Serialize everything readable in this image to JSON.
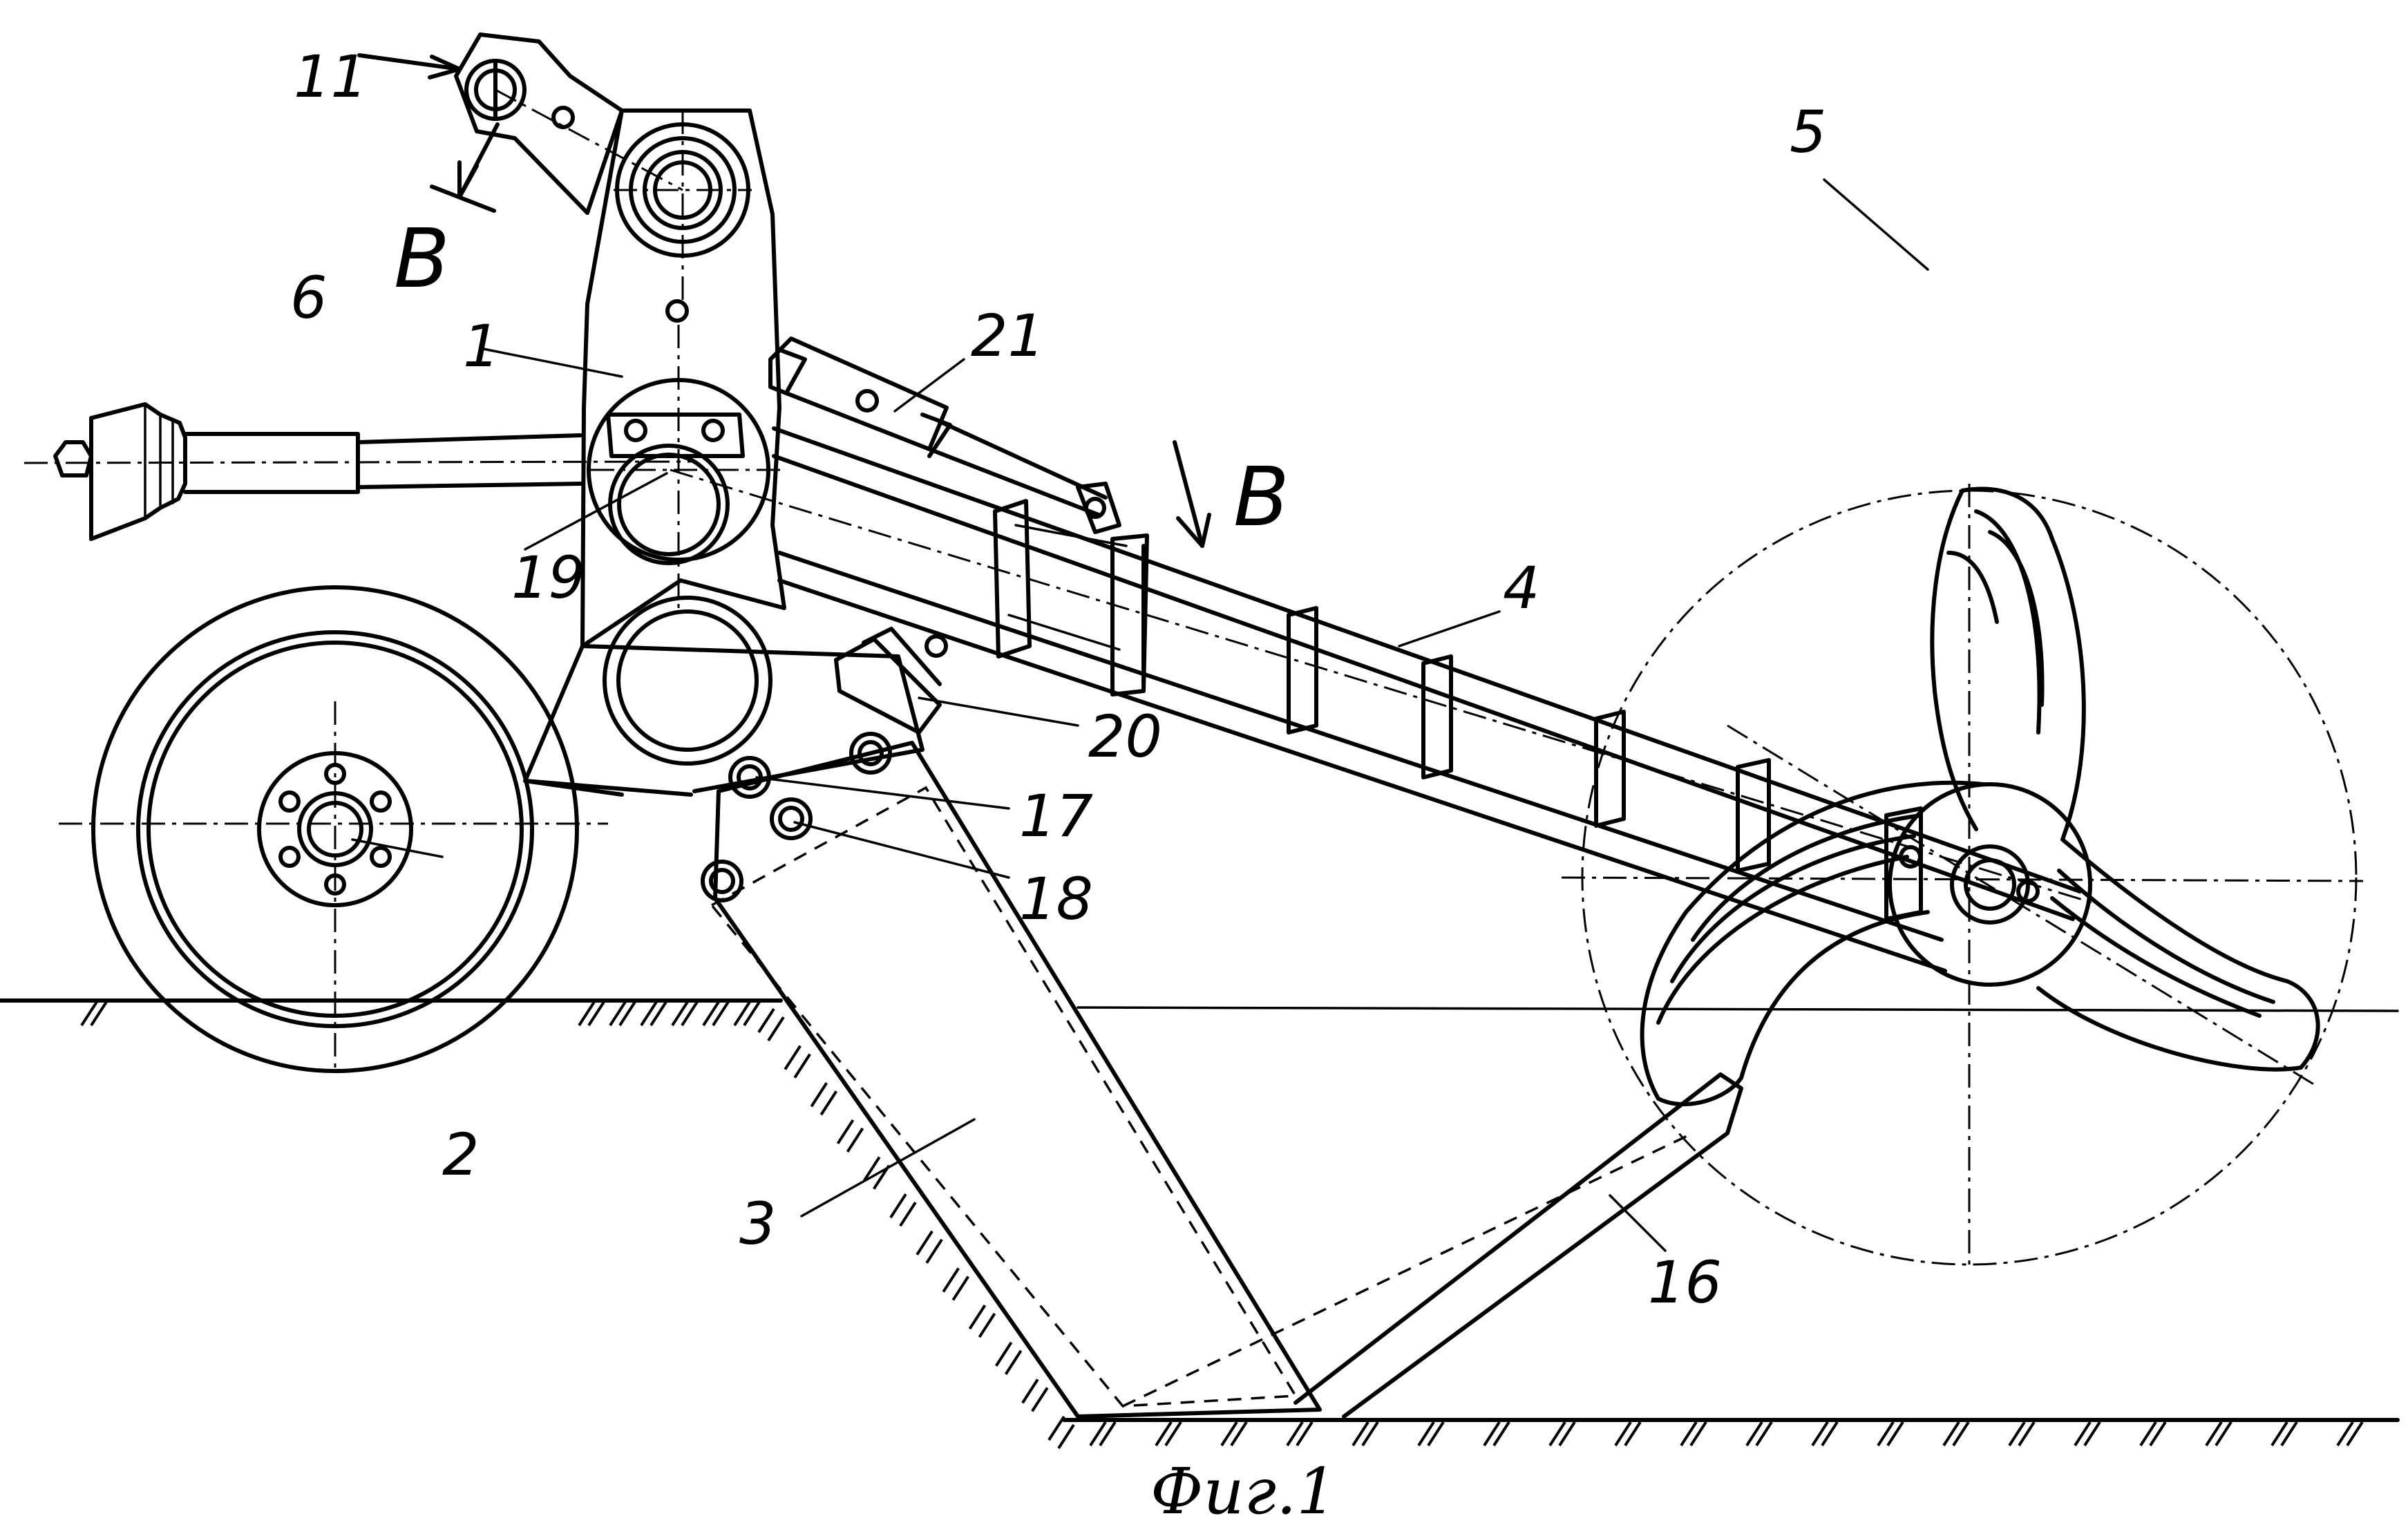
{
  "figure": {
    "caption": "Фиг.1"
  },
  "labels": {
    "l1": "1",
    "l2": "2",
    "l3": "3",
    "l4": "4",
    "l5": "5",
    "l6": "6",
    "l11": "11",
    "l16": "16",
    "l17": "17",
    "l18": "18",
    "l19": "19",
    "l20": "20",
    "l21": "21",
    "section_left": "В",
    "section_right": "В"
  }
}
